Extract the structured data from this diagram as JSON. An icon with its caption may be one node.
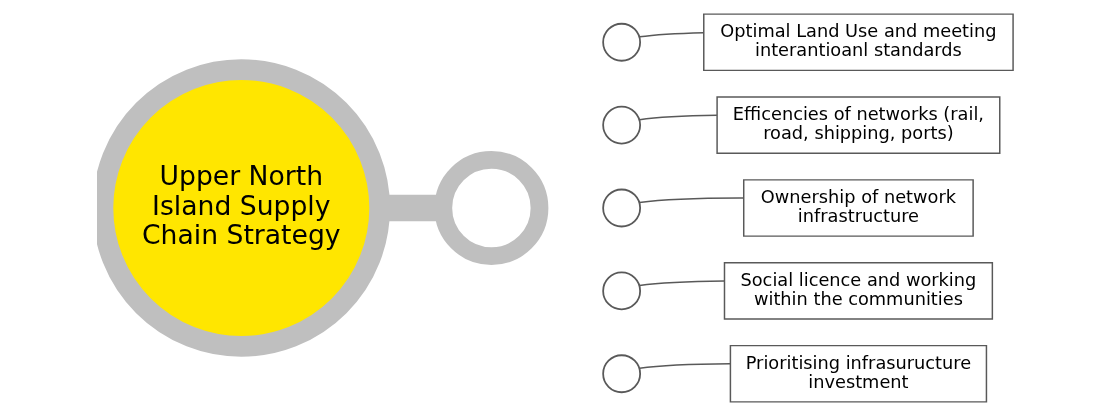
{
  "diagram": {
    "nodes": [
      {
        "text": [
          "Upper North Island Supply Chain Strategy"
        ]
      },
      {
        "text": [],
        "shape": "circle"
      },
      {
        "text": [],
        "shape": "circle"
      },
      {
        "text": [],
        "shape": "circle"
      },
      {
        "text": [],
        "shape": "circle"
      },
      {
        "text": [],
        "shape": "circle"
      },
      {
        "text": [],
        "shape": "circle"
      },
      {
        "text": [
          "Optimal Land Use and meeting interantioanl standards"
        ]
      },
      {
        "text": [
          "Efficencies of networks (rail, road, shipping, ports)"
        ]
      },
      {
        "text": [
          "Ownership of network infrastructure"
        ]
      },
      {
        "text": [
          "Social licence and working within the communities"
        ]
      },
      {
        "text": [
          "Prioritising infrasuructure investment"
        ]
      }
    ],
    "edges": [
      {
        "from": 0,
        "to": 1,
        "arrow": "none",
        "style": "thick",
        "color": "#bfbfbf"
      },
      {
        "from": 7,
        "to": 2,
        "arrow": "none"
      },
      {
        "from": 8,
        "to": 3,
        "arrow": "none"
      },
      {
        "from": 9,
        "to": 4,
        "arrow": "none"
      },
      {
        "from": 10,
        "to": 5,
        "arrow": "none"
      },
      {
        "from": 11,
        "to": 6,
        "arrow": "none"
      }
    ]
  }
}
